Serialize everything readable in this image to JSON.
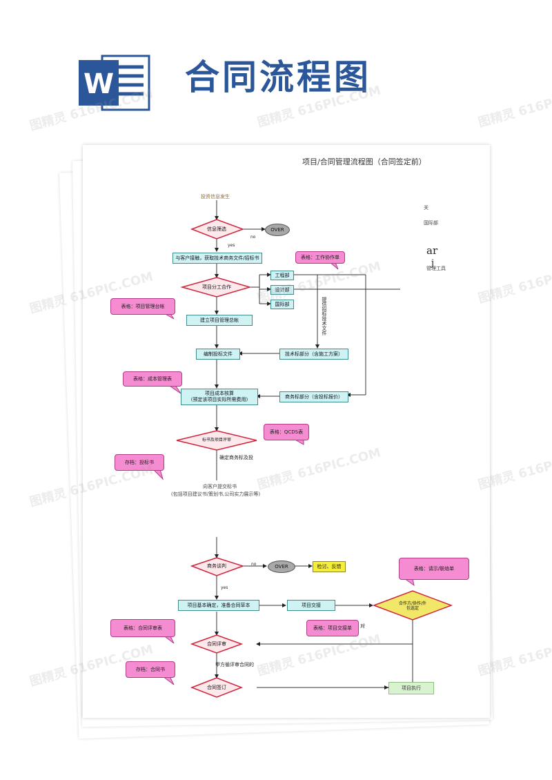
{
  "header": {
    "title": "合同流程图",
    "icon_letter": "W"
  },
  "page": {
    "title": "项目/合同管理流程图（合同签定前）"
  },
  "side_notes": {
    "n1": "关",
    "n2": "国际部",
    "n3": "ar",
    "n4": "j",
    "n5": "管理工具"
  },
  "watermark": {
    "text": "图精灵 616PIC.COM"
  },
  "flow_top": {
    "start": "投资信息发生",
    "d_info": "信息筛选",
    "over1": "OVER",
    "no1": "no",
    "yes1": "yes",
    "r_contact": "与客户接触，获取技术商务文件/招标书",
    "d_division": "项目分工合作",
    "eng": "工程部",
    "design": "设计部",
    "intl": "国际部",
    "vertical_note": "提供招标技术文件",
    "r_setup": "建立项目管理总帐",
    "r_bidfile": "编制投标文件",
    "r_tech": "技术标部分（含施工方案）",
    "r_cost_line1": "项目成本核算",
    "r_cost_line2": "(预定该项目实际所需费用)",
    "r_biz": "商务标部分（含投标报价）",
    "d_review": "标书及项目评审",
    "confirm_note": "确定商务标及投",
    "submit_line1": "向客户提交标书",
    "submit_line2": "(包括项目建议书/策划书,公司实力展示等)"
  },
  "flow_bottom": {
    "d_nego": "商务谈判",
    "no2": "no",
    "over2": "OVER",
    "review_box": "检讨、反馈",
    "yes2": "yes",
    "r_basic": "项目基本确定，准备合同草本",
    "r_handover": "项目交接",
    "d_partner_line1": "合作方/协作/外",
    "d_partner_line2": "包选定",
    "d_contract_review": "合同评审",
    "party_note": "甲方循评审合同的",
    "d_sign": "合同签订",
    "r_exec": "项目执行",
    "note_right": "对"
  },
  "callouts": {
    "c1": "表格：工作协作单",
    "c2": "表格：项目管理台帐",
    "c3": "表格：成本管理表",
    "c4": "表格：QCDS表",
    "c5": "存档：投标书",
    "c6": "表格：请示/联络单",
    "c7": "表格：合同评审表",
    "c8": "表格：项目交接单",
    "c9": "存档：合同书"
  },
  "colors": {
    "brand_blue": "#2b579a",
    "diamond_border": "#d0233a",
    "diamond_fill": "#fde8ec",
    "box_fill": "#cff3f3",
    "callout_fill": "#f58bd0",
    "partner_diamond_fill": "#f1e86a"
  }
}
